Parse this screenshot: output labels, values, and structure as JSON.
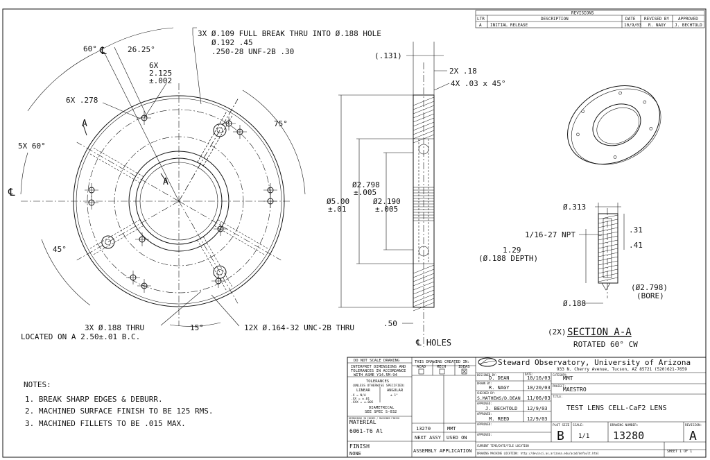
{
  "revisions": {
    "title": "REVISIONS",
    "headers": [
      "LTR",
      "DESCRIPTION",
      "DATE",
      "REVISED BY",
      "APPROVED"
    ],
    "rows": [
      [
        "A",
        "INITIAL RELEASE",
        "10/9/03",
        "R. NAGY",
        "J. BECHTOLD"
      ]
    ]
  },
  "front_view": {
    "note_holes_top1": "3X Ø.109 FULL BREAK THRU INTO Ø.188 HOLE",
    "note_holes_top2": "Ø.192 .45",
    "note_holes_top3": ".250-28 UNF-2B .30",
    "ang_60": "60°",
    "ang_26": "26.25°",
    "six_x": "6X",
    "dim_2125": "2.125",
    "tol_002": "±.002",
    "dim_6x278": "6X .278",
    "sec_a": "A",
    "sec_a2": "A",
    "ang_5x60": "5X 60°",
    "ang_75": "75°",
    "ang_45": "45°",
    "ang_15": "15°",
    "cl": "℄",
    "note_bottom1": "3X Ø.188 THRU",
    "note_bottom2": "LOCATED ON A 2.50±.01 B.C.",
    "note_bottom3": "12X Ø.164-32 UNC-2B THRU"
  },
  "side_view": {
    "dim_131": "(.131)",
    "dim_2x18": "2X .18",
    "dim_chamfer": "4X .03 x 45°",
    "dim_2798": "Ø2.798",
    "tol_005a": "±.005",
    "dim_500": "Ø5.00",
    "tol_01": "±.01",
    "dim_2190": "Ø2.190",
    "tol_005b": "±.005",
    "dim_50": ".50",
    "cl_holes": "℄ HOLES"
  },
  "section": {
    "dim_313": "Ø.313",
    "npt": "1/16-27 NPT",
    "dim_31": ".31",
    "dim_41": ".41",
    "dim_129": "1.29",
    "depth": "(Ø.188 DEPTH)",
    "dim_188": "Ø.188",
    "bore1": "(Ø2.798)",
    "bore2": "(BORE)",
    "title_prefix": "(2X)",
    "title": "SECTION A-A",
    "rotated": "ROTATED 60° CW"
  },
  "notes": {
    "heading": "NOTES:",
    "items": [
      "1.  BREAK SHARP EDGES & DEBURR.",
      "2.  MACHINED SURFACE FINISH TO BE 125 RMS.",
      "3.  MACHINED FILLETS TO BE .015 MAX."
    ]
  },
  "title_block": {
    "do_not_scale": "DO NOT SCALE DRAWING",
    "interpret1": "INTERPRET DIMENSIONS AND",
    "interpret2": "TOLERANCES IN ACCORDANCE",
    "interpret3": "WITH ASME Y14.5M-94",
    "tolerances": "TOLERANCES",
    "unless": "(UNLESS OTHERWISE SPECIFIED)",
    "linear": "LINEAR",
    "angular": "ANGULAR",
    "lin_vals": [
      ".X   = N/A",
      ".XX  = ±.01",
      ".XXX = ±.005"
    ],
    "ang_val": "± 1°",
    "diametrical": "DIAMETRICAL",
    "see_spec": "SEE SPEC S-032",
    "small_note": "DIMENSIONS IN INCHES / MACHINED FINISH",
    "material_label": "MATERIAL",
    "material": "6061-T6 Al",
    "finish_label": "FINISH",
    "finish": "NONE",
    "created_in": "THIS DRAWING CREATED IN:",
    "sw_opts": [
      "ACAD",
      "MECH",
      "IDEAS"
    ],
    "next_assy_val": "13270",
    "used_on_val": "MMT",
    "next_assy": "NEXT ASSY",
    "used_on": "USED ON",
    "application": "ASSEMBLY APPLICATION",
    "org_name": "Steward Observatory, University of Arizona",
    "org_addr": "933 N. Cherry Avenue, Tucson, AZ 85721  (520)621-7659",
    "designed_by_label": "DESIGNED BY:",
    "designed_by": "D. DEAN",
    "designed_date": "10/16/03",
    "drawn_by_label": "DRAWN BY:",
    "drawn_by": "R. NAGY",
    "drawn_date": "10/20/03",
    "checked_label": "CHECKED BY:",
    "checked_by": "S.MATHEWS/D.DEAN",
    "checked_date": "11/06/03",
    "approved_label": "APPROVED:",
    "approved_by": "J. BECHTOLD",
    "approved_date": "12/9/03",
    "approved2_label": "APPROVED:",
    "approved2_by": "M. REED",
    "approved2_date": "12/9/03",
    "approved3_label": "APPROVED:",
    "approved4_label": "APPROVED:",
    "date_label": "DATE:",
    "category_label": "CATEGORY:",
    "category": "MMT",
    "project_label": "PROJECT:",
    "project": "MAESTRO",
    "title_label": "TITLE:",
    "title": "TEST LENS CELL-CaF2 LENS",
    "plot_size_label": "PLOT SIZE",
    "plot_size": "B",
    "scale_label": "SCALE:",
    "scale": "1/1",
    "dwg_label": "DRAWING NUMBER:",
    "dwg_number": "13280",
    "rev_label": "REVISION:",
    "revision": "A",
    "current_time": "CURRENT TIME/DATE/FILE LOCATION",
    "machine_loc": "DRAWING MACHINE LOCATION: http://devinci.as.arizona.edu/acad/default.html",
    "sheet": "SHEET 1 OF 1"
  }
}
